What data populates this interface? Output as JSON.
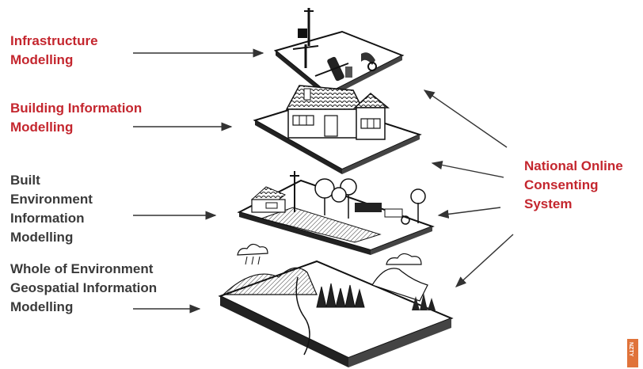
{
  "labels": {
    "infrastructure": [
      "Infrastructure",
      "Modelling"
    ],
    "bim": [
      "Building Information",
      "Modelling"
    ],
    "built_env": [
      "Built",
      "Environment",
      "Information",
      "Modelling"
    ],
    "whole_env": [
      "Whole of Environment",
      "Geospatial Information",
      "Modelling"
    ],
    "consenting": [
      "National Online",
      "Consenting",
      "System"
    ]
  },
  "corner_tag": "NZTY",
  "colors": {
    "accent_red": "#c4262e",
    "label_dark": "#3a3a3a",
    "corner_tag": "#e0733a"
  }
}
